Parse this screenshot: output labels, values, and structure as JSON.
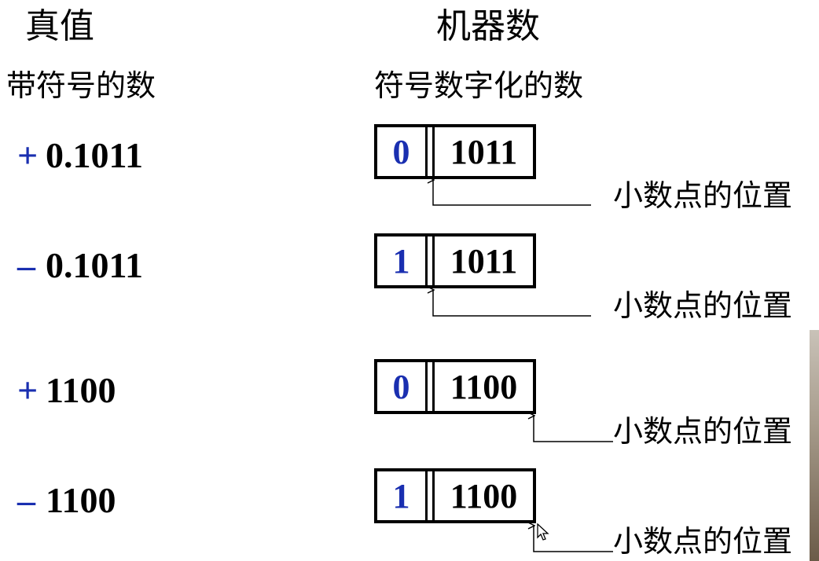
{
  "headers": {
    "true_value": "真值",
    "machine_number": "机器数",
    "signed_number": "带符号的数",
    "sign_digitized": "符号数字化的数"
  },
  "colors": {
    "sign_blue": "#1a2fb0",
    "text": "#000000",
    "background": "#ffffff"
  },
  "rows": [
    {
      "sign": "+",
      "value": "0.1011",
      "machine_sign": "0",
      "machine_magnitude": "1011",
      "annotation": "小数点的位置"
    },
    {
      "sign": "–",
      "value": "0.1011",
      "machine_sign": "1",
      "machine_magnitude": "1011",
      "annotation": "小数点的位置"
    },
    {
      "sign": "+",
      "value": "1100",
      "machine_sign": "0",
      "machine_magnitude": "1100",
      "annotation": "小数点的位置"
    },
    {
      "sign": "–",
      "value": "1100",
      "machine_sign": "1",
      "machine_magnitude": "1100",
      "annotation": "小数点的位置"
    }
  ]
}
